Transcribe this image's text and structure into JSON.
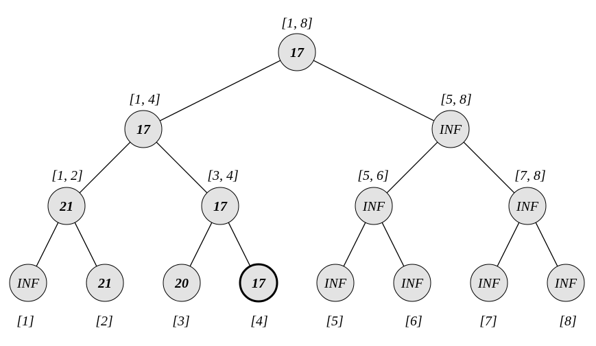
{
  "colors": {
    "node_fill": "#e3e3e3",
    "stroke": "#000000",
    "background": "#ffffff"
  },
  "tree": {
    "nodes": [
      {
        "id": "n1",
        "value": "17",
        "range": "[1, 8]",
        "bold": true,
        "highlight": false
      },
      {
        "id": "n2",
        "value": "17",
        "range": "[1, 4]",
        "bold": true,
        "highlight": false
      },
      {
        "id": "n3",
        "value": "INF",
        "range": "[5, 8]",
        "bold": false,
        "highlight": false
      },
      {
        "id": "n4",
        "value": "21",
        "range": "[1, 2]",
        "bold": true,
        "highlight": false
      },
      {
        "id": "n5",
        "value": "17",
        "range": "[3, 4]",
        "bold": true,
        "highlight": false
      },
      {
        "id": "n6",
        "value": "INF",
        "range": "[5, 6]",
        "bold": false,
        "highlight": false
      },
      {
        "id": "n7",
        "value": "INF",
        "range": "[7, 8]",
        "bold": false,
        "highlight": false
      },
      {
        "id": "n8",
        "value": "INF",
        "range": "[1]",
        "bold": false,
        "highlight": false
      },
      {
        "id": "n9",
        "value": "21",
        "range": "[2]",
        "bold": true,
        "highlight": false
      },
      {
        "id": "n10",
        "value": "20",
        "range": "[3]",
        "bold": true,
        "highlight": false
      },
      {
        "id": "n11",
        "value": "17",
        "range": "[4]",
        "bold": true,
        "highlight": true
      },
      {
        "id": "n12",
        "value": "INF",
        "range": "[5]",
        "bold": false,
        "highlight": false
      },
      {
        "id": "n13",
        "value": "INF",
        "range": "[6]",
        "bold": false,
        "highlight": false
      },
      {
        "id": "n14",
        "value": "INF",
        "range": "[7]",
        "bold": false,
        "highlight": false
      },
      {
        "id": "n15",
        "value": "INF",
        "range": "[8]",
        "bold": false,
        "highlight": false
      }
    ],
    "edges": [
      [
        "n1",
        "n2"
      ],
      [
        "n1",
        "n3"
      ],
      [
        "n2",
        "n4"
      ],
      [
        "n2",
        "n5"
      ],
      [
        "n3",
        "n6"
      ],
      [
        "n3",
        "n7"
      ],
      [
        "n4",
        "n8"
      ],
      [
        "n4",
        "n9"
      ],
      [
        "n5",
        "n10"
      ],
      [
        "n5",
        "n11"
      ],
      [
        "n6",
        "n12"
      ],
      [
        "n6",
        "n13"
      ],
      [
        "n7",
        "n14"
      ],
      [
        "n7",
        "n15"
      ]
    ]
  }
}
